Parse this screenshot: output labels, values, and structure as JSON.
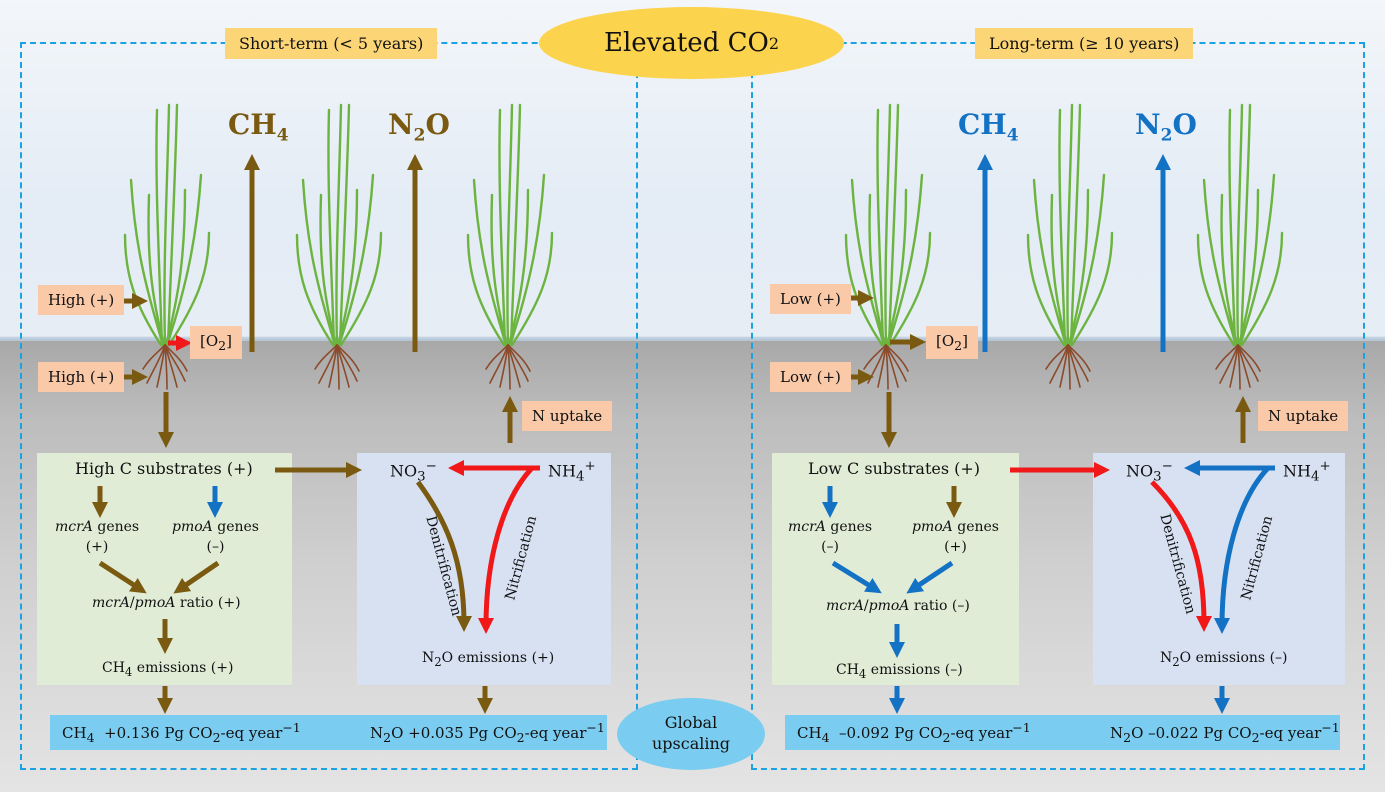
{
  "title": {
    "main": "Elevated CO",
    "sub": "2"
  },
  "periods": {
    "short": "Short-term (< 5 years)",
    "long": "Long-term (≥ 10 years)"
  },
  "left": {
    "gases": {
      "ch4": "CH",
      "ch4_sub": "4",
      "n2o_a": "N",
      "n2o_sub": "2",
      "n2o_b": "O"
    },
    "inputs": [
      "High (+)",
      "High (+)"
    ],
    "o2": {
      "a": "[O",
      "sub": "2",
      "b": "]"
    },
    "n_uptake": "N uptake",
    "c_substrates": "High C substrates (+)",
    "mcra": {
      "gene": "mcrA",
      "label": "genes",
      "sign": "(+)"
    },
    "pmoa": {
      "gene": "pmoA",
      "label": "genes",
      "sign": "(–)"
    },
    "ratio": {
      "a": "mcrA",
      "b": "pmoA",
      "c": "ratio (+)"
    },
    "ch4_emissions": {
      "a": "CH",
      "sub": "4",
      "b": " emissions (+)"
    },
    "no3": {
      "a": "NO",
      "sub": "3",
      "sup": "−"
    },
    "nh4": {
      "a": "NH",
      "sub": "4",
      "sup": "+"
    },
    "denitrification": "Denitrification",
    "nitrification": "Nitrification",
    "n2o_emissions": {
      "a": "N",
      "sub": "2",
      "b": "O emissions (+)"
    },
    "upscale_ch4": {
      "a": "CH",
      "sub": "4",
      "b": "  +0.136 Pg CO",
      "sub2": "2",
      "c": "-eq year",
      "sup": "−1"
    },
    "upscale_n2o": {
      "a": "N",
      "sub": "2",
      "b": "O +0.035 Pg CO",
      "sub2": "2",
      "c": "-eq year",
      "sup": "−1"
    }
  },
  "right": {
    "gases": {
      "ch4": "CH",
      "ch4_sub": "4",
      "n2o_a": "N",
      "n2o_sub": "2",
      "n2o_b": "O"
    },
    "inputs": [
      "Low (+)",
      "Low (+)"
    ],
    "o2": {
      "a": "[O",
      "sub": "2",
      "b": "]"
    },
    "n_uptake": "N uptake",
    "c_substrates": "Low C substrates (+)",
    "mcra": {
      "gene": "mcrA",
      "label": "genes",
      "sign": "(–)"
    },
    "pmoa": {
      "gene": "pmoA",
      "label": "genes",
      "sign": "(+)"
    },
    "ratio": {
      "a": "mcrA",
      "b": "pmoA",
      "c": "ratio (–)"
    },
    "ch4_emissions": {
      "a": "CH",
      "sub": "4",
      "b": " emissions (–)"
    },
    "no3": {
      "a": "NO",
      "sub": "3",
      "sup": "−"
    },
    "nh4": {
      "a": "NH",
      "sub": "4",
      "sup": "+"
    },
    "denitrification": "Denitrification",
    "nitrification": "Nitrification",
    "n2o_emissions": {
      "a": "N",
      "sub": "2",
      "b": "O emissions (–)"
    },
    "upscale_ch4": {
      "a": "CH",
      "sub": "4",
      "b": "  –0.092 Pg CO",
      "sub2": "2",
      "c": "-eq year",
      "sup": "−1"
    },
    "upscale_n2o": {
      "a": "N",
      "sub": "2",
      "b": "O –0.022 Pg CO",
      "sub2": "2",
      "c": "-eq year",
      "sup": "−1"
    }
  },
  "global": {
    "line1": "Global",
    "line2": "upscaling"
  },
  "colors": {
    "brown": "#7a5a10",
    "blue": "#1372c4",
    "red": "#f01818",
    "ellipse": "#fcd34d",
    "tag": "#fcd676",
    "salmon": "#f9c9a8",
    "green_box": "#e1ecd6",
    "blue_box": "#d7e1f2",
    "upscale": "#7acdf0",
    "dashed": "#1aa3e0"
  }
}
